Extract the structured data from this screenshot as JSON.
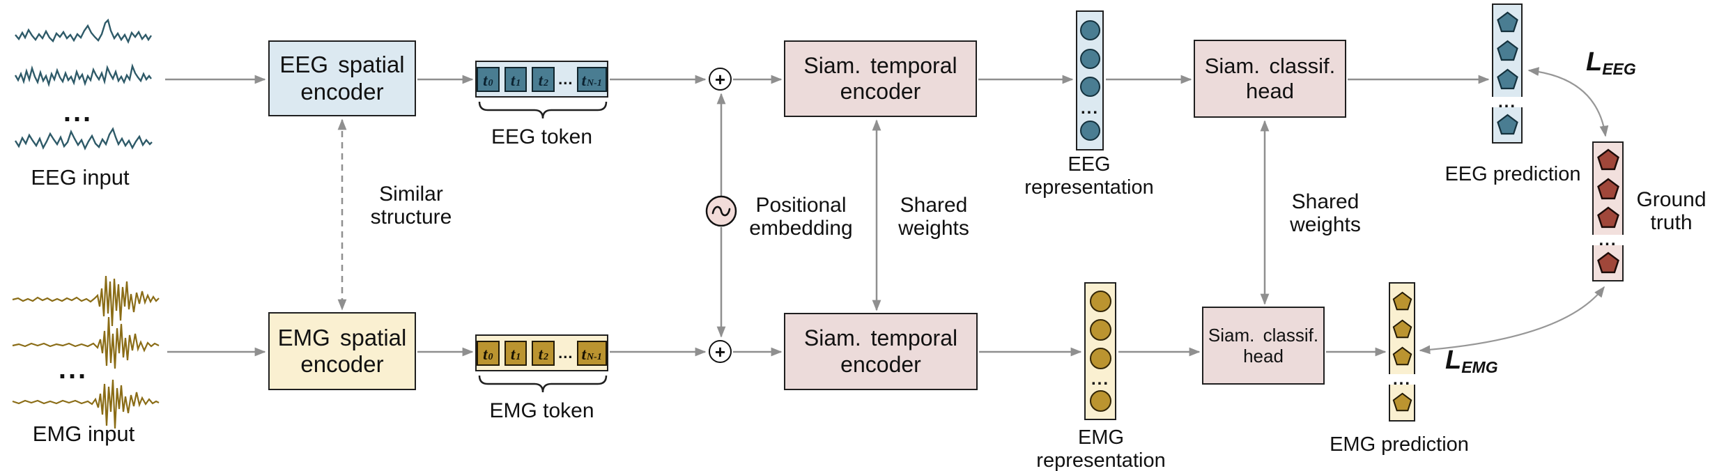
{
  "colors": {
    "eeg_fill_light": "#dce9f1",
    "eeg_accent": "#4a7d92",
    "eeg_wave": "#2e5a68",
    "emg_fill_light": "#faf0d1",
    "emg_accent": "#bb9430",
    "emg_wave": "#8a6c16",
    "siam_box_fill": "#ecdbda",
    "ground_truth_fill": "#f2e0dd",
    "ground_truth_accent": "#a0473a",
    "arrow_gray": "#8f8f8f",
    "text_black": "#1a1a1a"
  },
  "eeg": {
    "input_label": "EEG input",
    "input_dots": "...",
    "spatial_encoder_line1": "EEG spatial",
    "spatial_encoder_line2": "encoder",
    "token_base": "t",
    "token_subs": [
      "0",
      "1",
      "2"
    ],
    "token_sub_last": "N-1",
    "token_ellipsis": "...",
    "token_label": "EEG token",
    "temporal_encoder_line1": "Siam. temporal",
    "temporal_encoder_line2": "encoder",
    "representation_line1": "EEG",
    "representation_line2": "representation",
    "representation_dots": "...",
    "classif_head_line1": "Siam. classif.",
    "classif_head_line2": "head",
    "prediction_label": "EEG prediction",
    "prediction_dots": "...",
    "loss_symbol": "L",
    "loss_subscript": "EEG"
  },
  "emg": {
    "input_label": "EMG input",
    "input_dots": "...",
    "spatial_encoder_line1": "EMG spatial",
    "spatial_encoder_line2": "encoder",
    "token_base": "t",
    "token_subs": [
      "0",
      "1",
      "2"
    ],
    "token_sub_last": "N-1",
    "token_ellipsis": "...",
    "token_label": "EMG token",
    "temporal_encoder_line1": "Siam. temporal",
    "temporal_encoder_line2": "encoder",
    "representation_line1": "EMG",
    "representation_line2": "representation",
    "representation_dots": "...",
    "classif_head_line1": "Siam. classif.",
    "classif_head_line2": "head",
    "prediction_label": "EMG prediction",
    "prediction_dots": "...",
    "loss_symbol": "L",
    "loss_subscript": "EMG"
  },
  "center": {
    "plus_symbol": "+",
    "similar_structure_line1": "Similar",
    "similar_structure_line2": "structure",
    "positional_embedding_line1": "Positional",
    "positional_embedding_line2": "embedding",
    "shared_weights_temporal_line1": "Shared",
    "shared_weights_temporal_line2": "weights",
    "shared_weights_head_line1": "Shared",
    "shared_weights_head_line2": "weights",
    "ground_truth_line1": "Ground",
    "ground_truth_line2": "truth",
    "ground_truth_dots": "..."
  }
}
